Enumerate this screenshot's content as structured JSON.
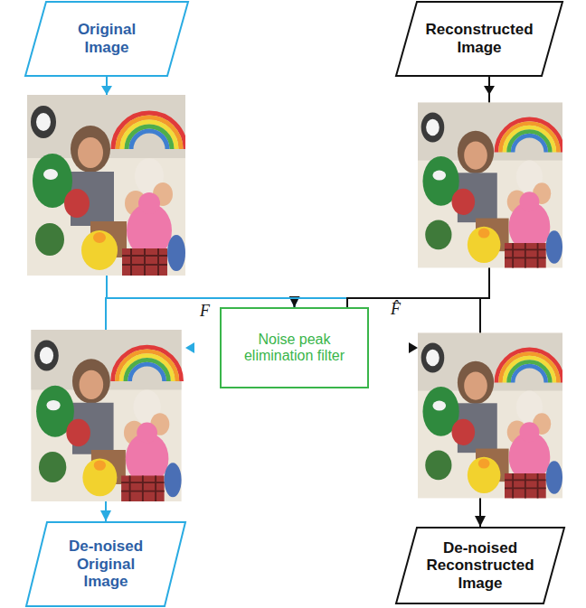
{
  "diagram": {
    "nodes": [
      {
        "text": [
          "Original Image"
        ]
      },
      {
        "text": [
          "Reconstructed Image"
        ]
      },
      {
        "text": [
          "Noise peak elimination filter"
        ]
      },
      {
        "text": [
          "De-noised Original Image"
        ]
      },
      {
        "text": [
          "De-noised Reconstructed Image"
        ]
      }
    ],
    "edges": [
      {
        "from": 0,
        "to": 2,
        "arrow": "to",
        "label": "F"
      },
      {
        "from": 1,
        "to": 2,
        "arrow": "to",
        "label": "F̂"
      },
      {
        "from": 2,
        "to": 3,
        "arrow": "to"
      },
      {
        "from": 2,
        "to": 4,
        "arrow": "to"
      }
    ]
  }
}
